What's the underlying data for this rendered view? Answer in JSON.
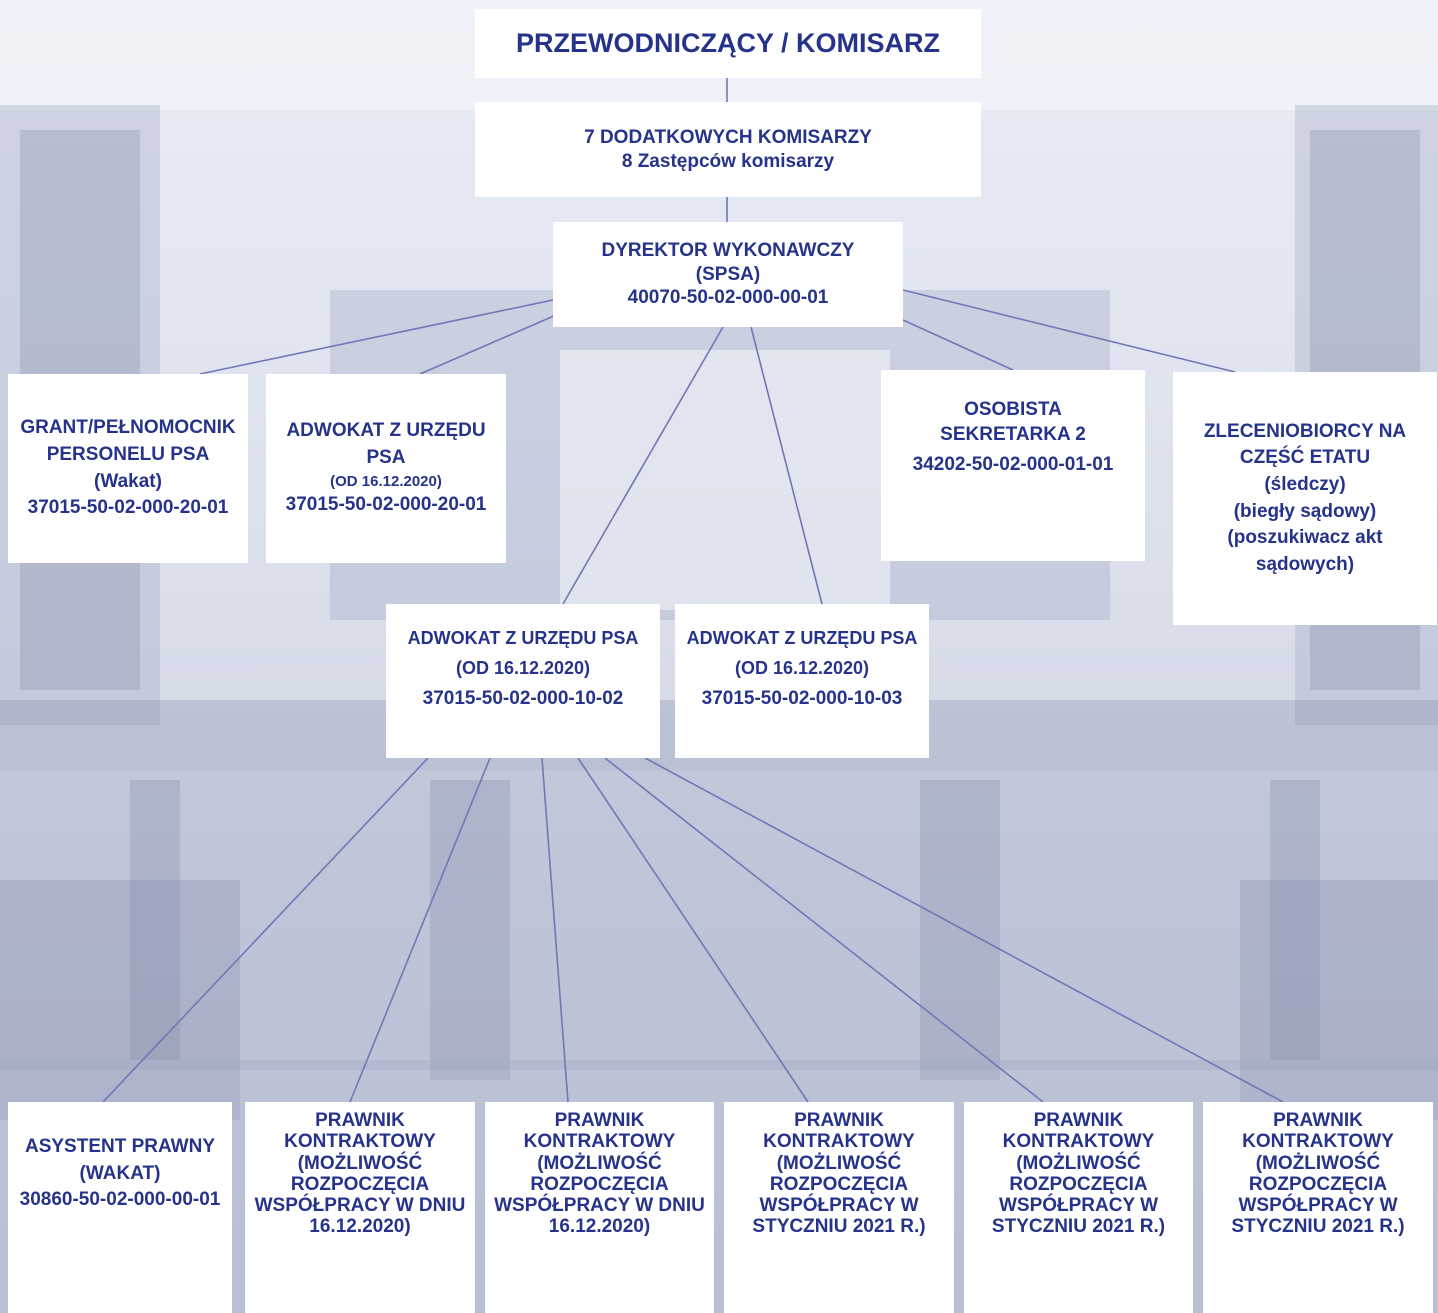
{
  "chair": {
    "title": "PRZEWODNICZĄCY / KOMISARZ"
  },
  "commissioners": {
    "line1": "7 DODATKOWYCH KOMISARZY",
    "line2": "8 Zastępców komisarzy"
  },
  "director": {
    "line1": "DYREKTOR WYKONAWCZY",
    "line2": "(SPSA)",
    "code": "40070-50-02-000-00-01"
  },
  "grant": {
    "line1": "GRANT/PEŁNOMOCNIK",
    "line2": "PERSONELU PSA",
    "line3": "(Wakat)",
    "code": "37015-50-02-000-20-01"
  },
  "adwokat_main": {
    "line1": "ADWOKAT Z URZĘDU",
    "line2": "PSA",
    "line3": "(OD 16.12.2020)",
    "code": "37015-50-02-000-20-01"
  },
  "secretary": {
    "line1": "OSOBISTA",
    "line2": "SEKRETARKA   2",
    "code": "34202-50-02-000-01-01"
  },
  "contractors": {
    "line1": "ZLECENIOBIORCY NA",
    "line2": "CZĘŚĆ ETATU",
    "line3": "(śledczy)",
    "line4": "(biegły sądowy)",
    "line5": "(poszukiwacz akt",
    "line6": "sądowych)"
  },
  "adwokat_2": {
    "line1": "ADWOKAT Z URZĘDU PSA",
    "line2": "(OD 16.12.2020)",
    "code": "37015-50-02-000-10-02"
  },
  "adwokat_3": {
    "line1": "ADWOKAT Z URZĘDU PSA",
    "line2": "(OD 16.12.2020)",
    "code": "37015-50-02-000-10-03"
  },
  "assistant": {
    "line1": "ASYSTENT PRAWNY",
    "line2": "(WAKAT)",
    "code": "30860-50-02-000-00-01"
  },
  "lawyers": [
    {
      "lines": [
        "PRAWNIK",
        "KONTRAKTOWY",
        "(MOŻLIWOŚĆ",
        "ROZPOCZĘCIA",
        "WSPÓŁPRACY W DNIU",
        "16.12.2020)"
      ]
    },
    {
      "lines": [
        "PRAWNIK",
        "KONTRAKTOWY",
        "(MOŻLIWOŚĆ",
        "ROZPOCZĘCIA",
        "WSPÓŁPRACY W DNIU",
        "16.12.2020)"
      ]
    },
    {
      "lines": [
        "PRAWNIK",
        "KONTRAKTOWY",
        "(MOŻLIWOŚĆ",
        "ROZPOCZĘCIA",
        "WSPÓŁPRACY W",
        "STYCZNIU 2021 R.)"
      ]
    },
    {
      "lines": [
        "PRAWNIK",
        "KONTRAKTOWY",
        "(MOŻLIWOŚĆ",
        "ROZPOCZĘCIA",
        "WSPÓŁPRACY W",
        "STYCZNIU 2021 R.)"
      ]
    },
    {
      "lines": [
        "PRAWNIK",
        "KONTRAKTOWY",
        "(MOŻLIWOŚĆ",
        "ROZPOCZĘCIA",
        "WSPÓŁPRACY W",
        "STYCZNIU 2021 R.)"
      ]
    }
  ],
  "colors": {
    "text": "#26338a",
    "connector": "#6f77b8",
    "box": "#ffffff"
  }
}
